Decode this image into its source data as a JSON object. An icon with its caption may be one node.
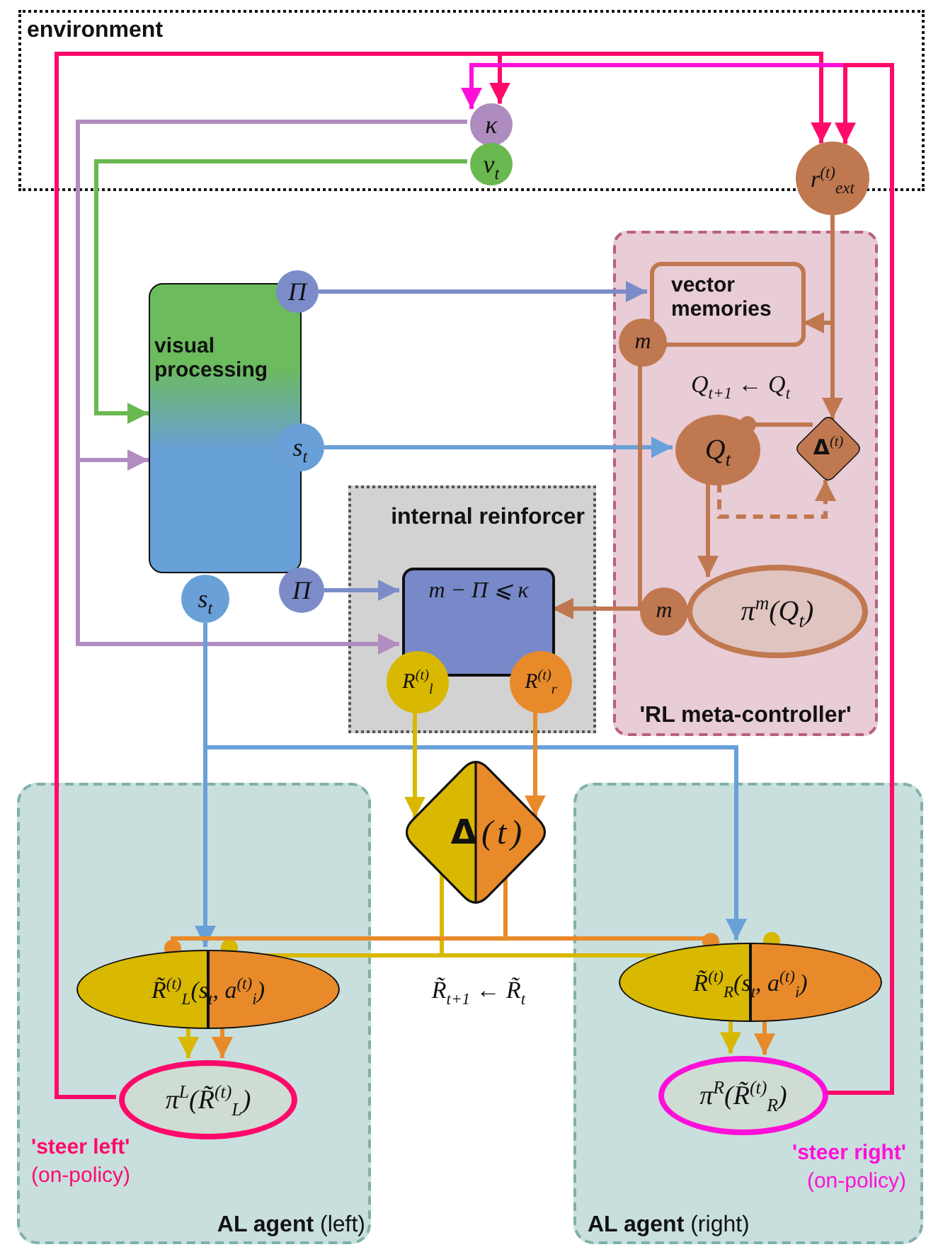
{
  "diagram": {
    "nodes": [
      {
        "text": [
          "environment"
        ]
      },
      {
        "text": [
          "κ"
        ],
        "in": 0
      },
      {
        "text": [
          "v$_{t}$"
        ],
        "in": 0
      },
      {
        "text": [
          "r$^{(t)}$$_{ext}$"
        ]
      },
      {
        "text": [
          "'RL meta-controller'"
        ]
      },
      {
        "text": [
          "vector memories"
        ],
        "in": 4
      },
      {
        "text": [
          "m"
        ],
        "in": 4
      },
      {
        "text": [
          "Q$_{t}$"
        ],
        "in": 4
      },
      {
        "text": [
          "**Δ**$^{(t)}$"
        ],
        "in": 4
      },
      {
        "text": [
          "m"
        ],
        "in": 4
      },
      {
        "text": [
          "π$^{m}$(Q$_{t}$)"
        ],
        "in": 4
      },
      {
        "text": [
          "visual processing"
        ]
      },
      {
        "text": [
          "Π"
        ]
      },
      {
        "text": [
          "s$_{t}$"
        ]
      },
      {
        "text": [
          "s$_{t}$"
        ]
      },
      {
        "text": [
          "Π"
        ]
      },
      {
        "text": [
          "internal reinforcer"
        ]
      },
      {
        "text": [
          "m − Π ⩽ κ"
        ],
        "in": 16
      },
      {
        "text": [
          "R$^{(t)}$$_{l}$"
        ],
        "in": 16
      },
      {
        "text": [
          "R$^{(t)}$$_{r}$"
        ],
        "in": 16
      },
      {
        "text": [
          "**Δ**(t)"
        ]
      },
      {
        "text": [
          "**AL agent** (left)"
        ]
      },
      {
        "text": [
          "R̃$^{(t)}$$_{L}$(s$_{t}$, a$^{(t)}$$_{i}$)"
        ],
        "in": 21
      },
      {
        "text": [
          "π$^{L}$(R̃$^{(t)}$$_{L}$)"
        ],
        "in": 21,
        "beside": [
          "'steer left'",
          "(on-policy)"
        ]
      },
      {
        "text": [
          "**AL agent** (right)"
        ]
      },
      {
        "text": [
          "R̃$^{(t)}$$_{R}$(s$_{t}$, a$^{(t)}$$_{i}$)"
        ],
        "in": 24
      },
      {
        "text": [
          "π$^{R}$(R̃$^{(t)}$$_{R}$)"
        ],
        "in": 24,
        "beside": [
          "'steer right'",
          "(on-policy)"
        ]
      }
    ],
    "edges": [
      {
        "from": 23,
        "to": 3,
        "arrow": "to",
        "color": "#ff0a6a"
      },
      {
        "from": 23,
        "to": 1,
        "arrow": "to",
        "color": "#ff0a6a"
      },
      {
        "from": 26,
        "to": 1,
        "arrow": "to",
        "color": "#ff10d8"
      },
      {
        "from": 26,
        "to": 3,
        "arrow": "to",
        "color": "#ff0a6a"
      },
      {
        "from": 1,
        "to": 11,
        "arrow": "to",
        "color": "#b08cc0"
      },
      {
        "from": 1,
        "to": 17,
        "arrow": "to",
        "color": "#b08cc0"
      },
      {
        "from": 2,
        "to": 11,
        "arrow": "to",
        "color": "#6ab850"
      },
      {
        "from": 12,
        "to": 5,
        "arrow": "to",
        "color": "#7b8cc8"
      },
      {
        "from": 13,
        "to": 7,
        "arrow": "to",
        "color": "#6aa0d8"
      },
      {
        "from": 15,
        "to": 17,
        "arrow": "to",
        "color": "#7b8cc8"
      },
      {
        "from": 14,
        "to": 22,
        "arrow": "to",
        "color": "#6aa0d8"
      },
      {
        "from": 14,
        "to": 25,
        "arrow": "to",
        "color": "#6aa0d8"
      },
      {
        "from": 3,
        "to": 5,
        "arrow": "to",
        "color": "#c07850"
      },
      {
        "from": 3,
        "to": 8,
        "arrow": "to",
        "color": "#c07850"
      },
      {
        "from": 8,
        "to": 7,
        "arrow": "other",
        "color": "#c07850"
      },
      {
        "from": 7,
        "to": 8,
        "arrow": "to",
        "style": "dashed",
        "color": "#c07850"
      },
      {
        "from": 7,
        "to": 10,
        "arrow": "to",
        "color": "#c07850"
      },
      {
        "from": 6,
        "to": 17,
        "arrow": "to",
        "color": "#c07850"
      },
      {
        "from": 9,
        "to": 17,
        "arrow": "to",
        "color": "#c07850"
      },
      {
        "from": 18,
        "to": 20,
        "arrow": "to",
        "color": "#d8b800"
      },
      {
        "from": 19,
        "to": 20,
        "arrow": "to",
        "color": "#e88a2a"
      },
      {
        "from": 20,
        "to": 22,
        "arrow": "other",
        "color": "#d8b800"
      },
      {
        "from": 20,
        "to": 25,
        "arrow": "other",
        "color": "#d8b800"
      },
      {
        "from": 20,
        "to": 22,
        "arrow": "other",
        "color": "#e88a2a"
      },
      {
        "from": 20,
        "to": 25,
        "arrow": "other",
        "color": "#e88a2a"
      },
      {
        "from": 22,
        "to": 23,
        "arrow": "to",
        "color": "#d8b800"
      },
      {
        "from": 22,
        "to": 23,
        "arrow": "to",
        "color": "#e88a2a"
      },
      {
        "from": 25,
        "to": 26,
        "arrow": "to",
        "color": "#d8b800"
      },
      {
        "from": 25,
        "to": 26,
        "arrow": "to",
        "color": "#e88a2a"
      }
    ],
    "labels": [
      "Q$_{t+1}$ ← Q$_{t}$",
      "R̃$_{t+1}$ ← R̃$_{t}$"
    ]
  }
}
